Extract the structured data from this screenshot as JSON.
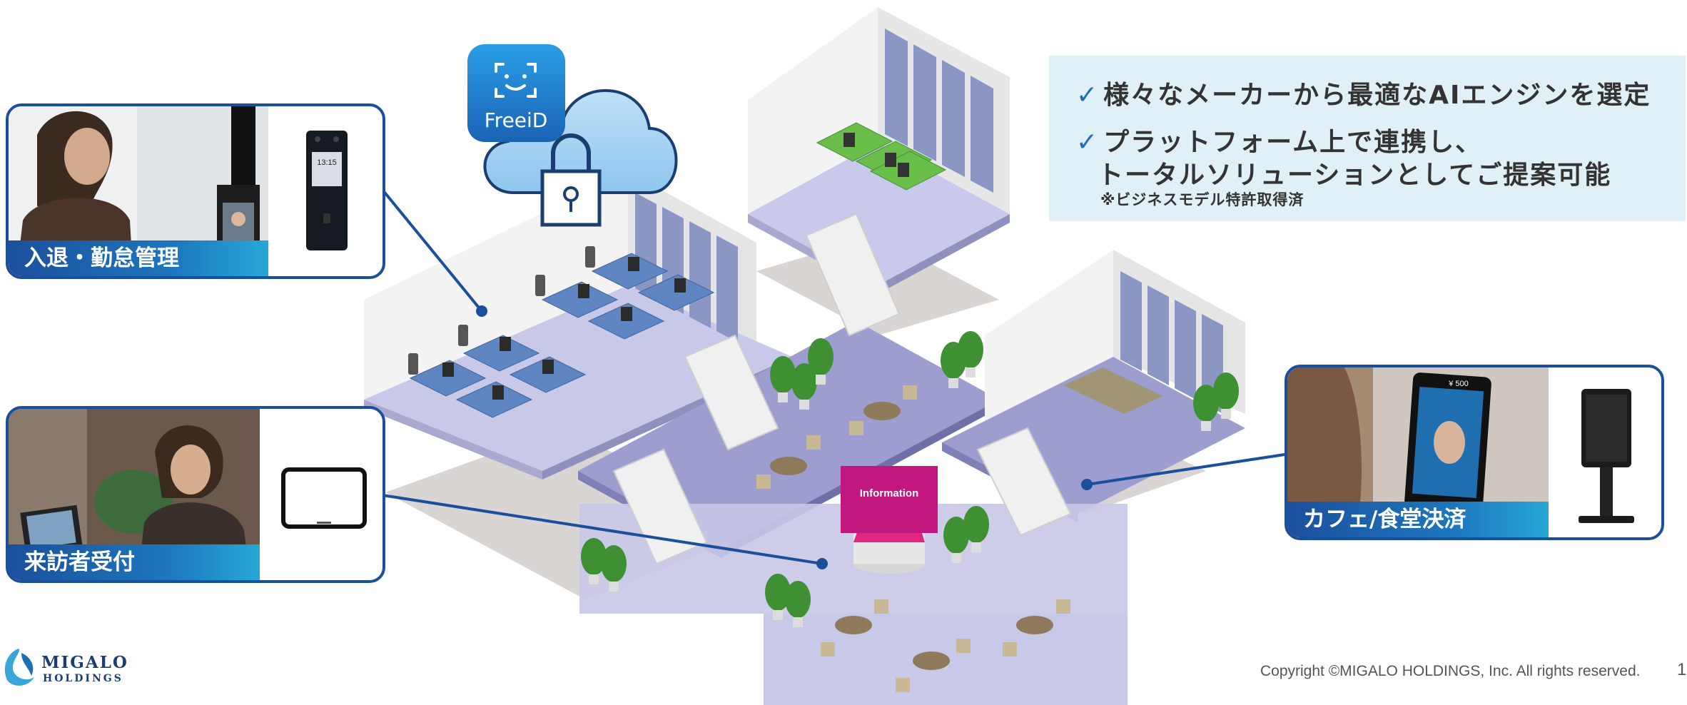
{
  "brand": {
    "app_icon_label": "FreeiD",
    "company_name": "MIGALO",
    "company_sub": "HOLDINGS"
  },
  "callouts": {
    "attendance": {
      "label": "入退・勤怠管理",
      "device_clock": "13:15"
    },
    "reception": {
      "label": "来訪者受付"
    },
    "cafe": {
      "label": "カフェ/食堂決済",
      "screen_price": "¥ 500"
    }
  },
  "building": {
    "information_sign": "Information"
  },
  "info_box": {
    "line1": "様々なメーカーから最適なAIエンジンを選定",
    "line2a": "プラットフォーム上で連携し、",
    "line2b": "トータルソリューションとしてご提案可能",
    "note": "※ビジネスモデル特許取得済",
    "check_mark": "✓"
  },
  "footer": {
    "copyright": "Copyright ©MIGALO HOLDINGS, Inc. All rights reserved.",
    "page_number": "1"
  },
  "colors": {
    "accent_blue": "#1a4f9c",
    "floor_lavender": "#c8c8e8",
    "floor_purple": "#9c9ccf",
    "info_bg": "#dff0f6",
    "info_magenta": "#c2177e"
  }
}
